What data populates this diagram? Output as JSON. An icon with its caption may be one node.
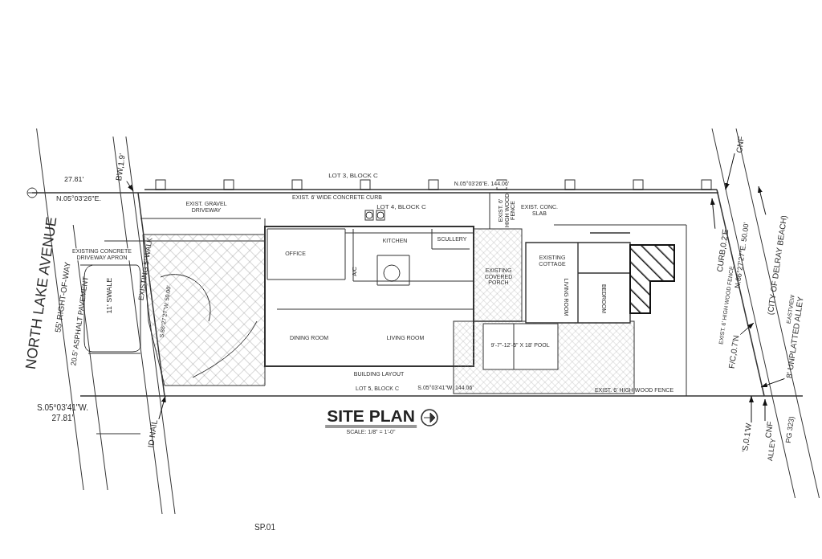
{
  "diagram": {
    "title": "SITE PLAN",
    "nodes": [
      {
        "text": [
          "BW,1.9'"
        ]
      },
      {
        "text": [
          "CNF"
        ]
      },
      {
        "text": [
          "CURB,0.2'E"
        ]
      },
      {
        "text": [
          "(CITY OF DELRAY BEACH)"
        ]
      },
      {
        "text": [
          "8' UNPLATTED ALLEY"
        ]
      },
      {
        "text": [
          "F/C,0.7'N"
        ]
      },
      {
        "text": [
          "CNF"
        ]
      },
      {
        "text": [
          "'S,0.1'W"
        ]
      },
      {
        "text": [
          "ID NAIL"
        ]
      }
    ],
    "edges": [
      {
        "from": 0,
        "to": null,
        "arrow": "to"
      },
      {
        "from": 1,
        "to": null,
        "arrow": "to"
      },
      {
        "from": 2,
        "to": null,
        "arrow": "to"
      },
      {
        "from": 3,
        "to": null,
        "arrow": "to"
      },
      {
        "from": 4,
        "to": null,
        "arrow": "to"
      },
      {
        "from": 5,
        "to": null,
        "arrow": "to"
      },
      {
        "from": 6,
        "to": null,
        "arrow": "to"
      },
      {
        "from": 7,
        "to": null,
        "arrow": "to"
      },
      {
        "from": 8,
        "to": null,
        "arrow": "to"
      }
    ],
    "labels": [
      "LOT 3, BLOCK C",
      "EXIST. 6' WIDE CONCRETE CURB",
      "N.05°03'26\"E. 144.06'",
      "27.81'",
      "N.05°03'26\"E.",
      "LOT 4, BLOCK C",
      "EXIST. GRAVEL DRIVEWAY",
      "EXIST. 6' HIGH WOOD FENCE",
      "EXIST. CONC. SLAB",
      "NORTH LAKE AVENUE",
      "55' RIGHT-OF-WAY",
      "20.5' ASPHALT PAVEMENT",
      "11' SWALE",
      "EXISTING 5' WALK",
      "EXISTING CONCRETE DRIVEWAY APRON",
      "S.86°27'27\"W. 50.00'",
      "OFFICE",
      "KITCHEN",
      "SCULLERY",
      "A/C",
      "EXISTING COVERED PORCH",
      "EXISTING COTTAGE",
      "LIVING ROOM",
      "BEDROOM",
      "DINING ROOM",
      "LIVING ROOM",
      "9'-7\"-12'-5\" X 18' POOL",
      "BUILDING LAYOUT",
      "EXIST. 6' HIGH WOOD FENCE",
      "N.86°27'27\"E. 50.00'",
      "EASTVIEW",
      "LOT 5, BLOCK C",
      "S.05°03'41\"W. 144.06'",
      "EXIST. 6' HIGH WOOD FENCE",
      "S.05°03'41\"W.",
      "27.81'",
      "SCALE: 1/8\" = 1'-0\"",
      "ALLEY",
      "PG 323)",
      "SP.01"
    ]
  }
}
